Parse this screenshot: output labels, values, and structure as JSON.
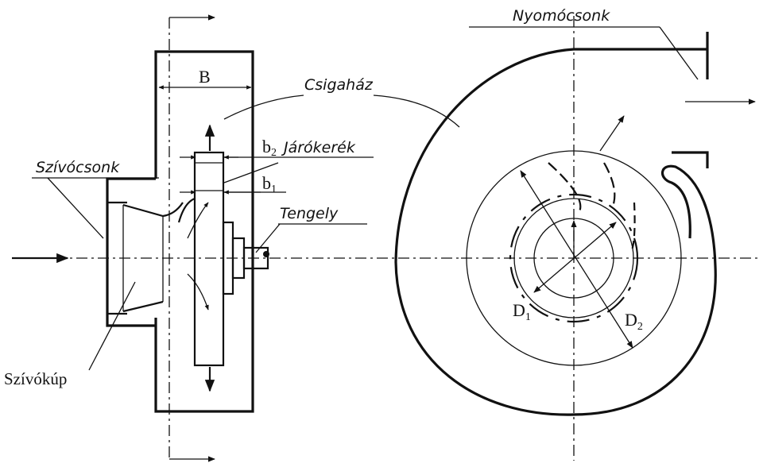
{
  "labels": {
    "nyomocsonk": "Nyomócsonk",
    "csigahaz": "Csigaház",
    "jarokerek": "Járókerék",
    "szivocsonk": "Szívócsonk",
    "tengely": "Tengely",
    "szivokup": "Szívókúp"
  },
  "dimensions": {
    "B": "B",
    "b": "b",
    "b2_sub": "2",
    "b1_sub": "1",
    "D": "D",
    "D1_sub": "1",
    "D2_sub": "2"
  }
}
